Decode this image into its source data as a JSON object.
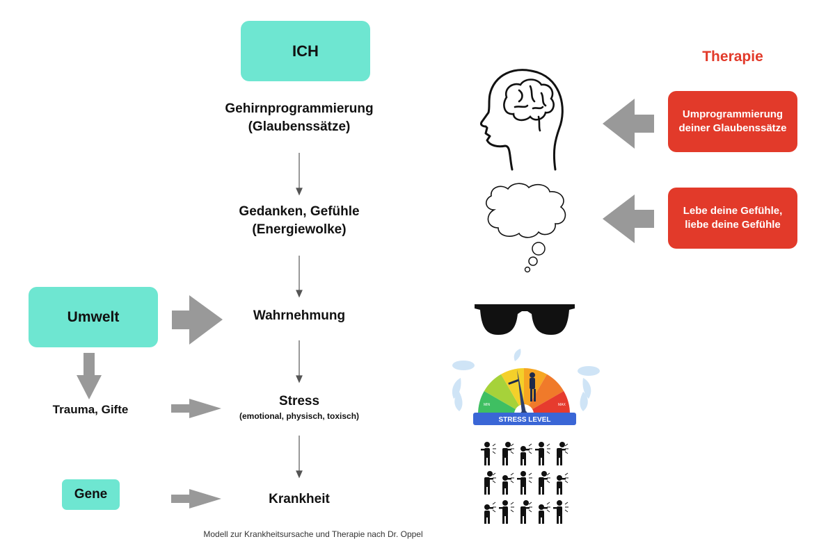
{
  "center": {
    "ich": "ICH",
    "programming": [
      "Gehirnprogrammierung",
      "(Glaubenssätze)"
    ],
    "thoughts": [
      "Gedanken, Gefühle",
      "(Energiewolke)"
    ],
    "perception": "Wahrnehmung",
    "stress": "Stress",
    "stress_sub": "(emotional, physisch, toxisch)",
    "disease": "Krankheit"
  },
  "left": {
    "environment": "Umwelt",
    "trauma": "Trauma, Gifte",
    "genes": "Gene"
  },
  "therapy": {
    "title": "Therapie",
    "reprogram": [
      "Umprogrammierung",
      "deiner Glaubenssätze"
    ],
    "feelings": [
      "Lebe deine Gefühle,",
      "liebe deine Gefühle"
    ]
  },
  "gauge": {
    "label": "STRESS LEVEL",
    "min": "MIN",
    "max": "MAX"
  },
  "caption": "Modell zur Krankheitsursache und Therapie nach Dr. Oppel",
  "colors": {
    "teal": "#6ee6d1",
    "red": "#e23a2a",
    "arrow_gray": "#999999"
  }
}
